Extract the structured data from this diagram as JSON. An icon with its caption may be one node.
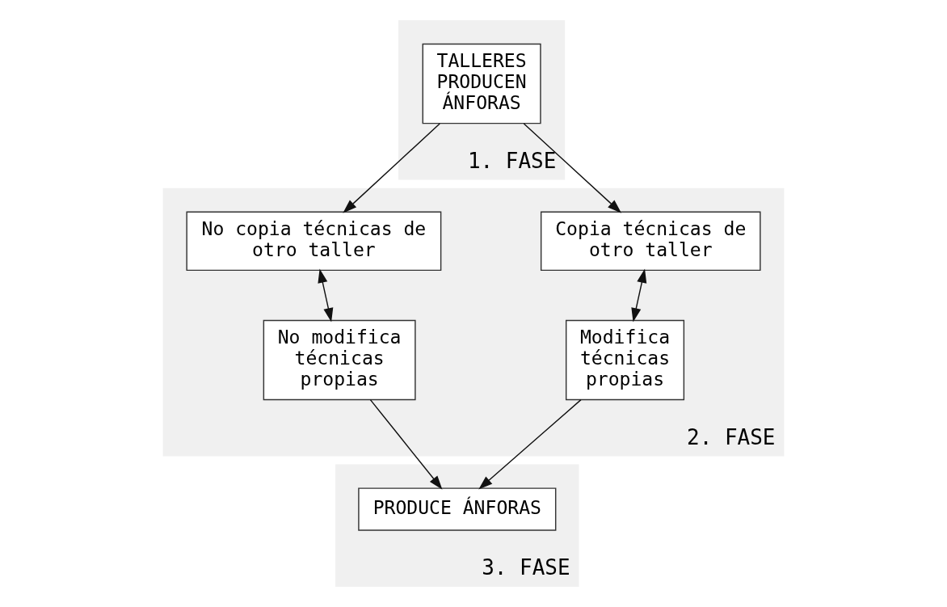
{
  "diagram": {
    "nodes": [
      {
        "text": [
          "1. FASE"
        ]
      },
      {
        "text": [
          "TALLERES PRODUCEN ÁNFORAS"
        ],
        "in": 0
      },
      {
        "text": [
          "2. FASE"
        ]
      },
      {
        "text": [
          "Copia técnicas de otro taller"
        ],
        "in": 2
      },
      {
        "text": [
          "No copia técnicas de otro taller"
        ],
        "in": 2
      },
      {
        "text": [
          "Modifica técnicas propias"
        ],
        "in": 2
      },
      {
        "text": [
          "No modifica técnicas propias"
        ],
        "in": 2
      },
      {
        "text": [
          "3. FASE"
        ]
      },
      {
        "text": [
          "PRODUCE ÁNFORAS"
        ],
        "in": 7
      }
    ],
    "edges": [
      {
        "from": 1,
        "to": 3,
        "arrow": "to"
      },
      {
        "from": 1,
        "to": 4,
        "arrow": "to"
      },
      {
        "from": 3,
        "to": 5,
        "arrow": "both"
      },
      {
        "from": 4,
        "to": 6,
        "arrow": "both"
      },
      {
        "from": 5,
        "to": 8,
        "arrow": "to"
      },
      {
        "from": 6,
        "to": 8,
        "arrow": "to"
      }
    ]
  }
}
